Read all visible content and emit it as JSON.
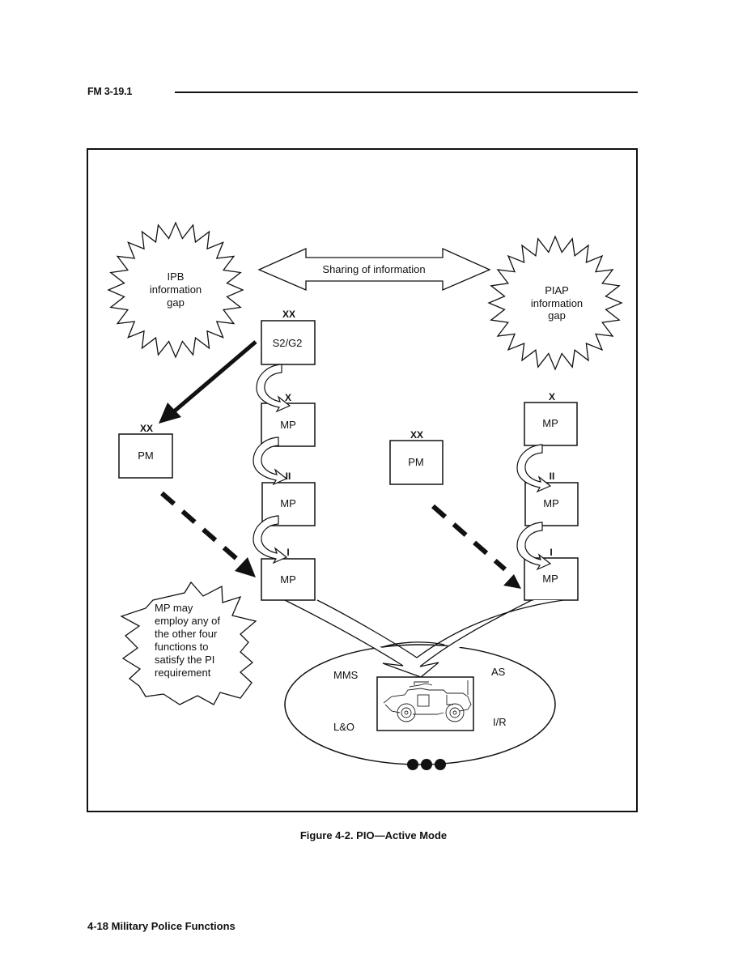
{
  "header": {
    "document_id": "FM 3-19.1"
  },
  "diagram": {
    "bursts": {
      "ipb": [
        "IPB",
        "information",
        "gap"
      ],
      "piap": [
        "PIAP",
        "information",
        "gap"
      ],
      "note": [
        "MP may",
        "employ any of",
        "the other four",
        "functions to",
        "satisfy the PI",
        "requirement"
      ]
    },
    "sharing_arrow_label": "Sharing of information",
    "units": {
      "s2g2": {
        "echelon": "XX",
        "label": "S2/G2"
      },
      "pm_left": {
        "echelon": "XX",
        "label": "PM"
      },
      "mp_left_brigade": {
        "echelon": "X",
        "label": "MP"
      },
      "mp_left_battalion": {
        "echelon": "II",
        "label": "MP"
      },
      "mp_left_company": {
        "echelon": "I",
        "label": "MP"
      },
      "pm_right": {
        "echelon": "XX",
        "label": "PM"
      },
      "mp_right_brigade": {
        "echelon": "X",
        "label": "MP"
      },
      "mp_right_battalion": {
        "echelon": "II",
        "label": "MP"
      },
      "mp_right_company": {
        "echelon": "I",
        "label": "MP"
      }
    },
    "functions": {
      "top_left": "MMS",
      "top_right": "AS",
      "bottom_left": "L&O",
      "bottom_right": "I/R"
    },
    "vehicle_icon": "armored-security-vehicle-icon"
  },
  "caption": "Figure 4-2.  PIO—Active Mode",
  "footer": "4-18  Military Police Functions"
}
